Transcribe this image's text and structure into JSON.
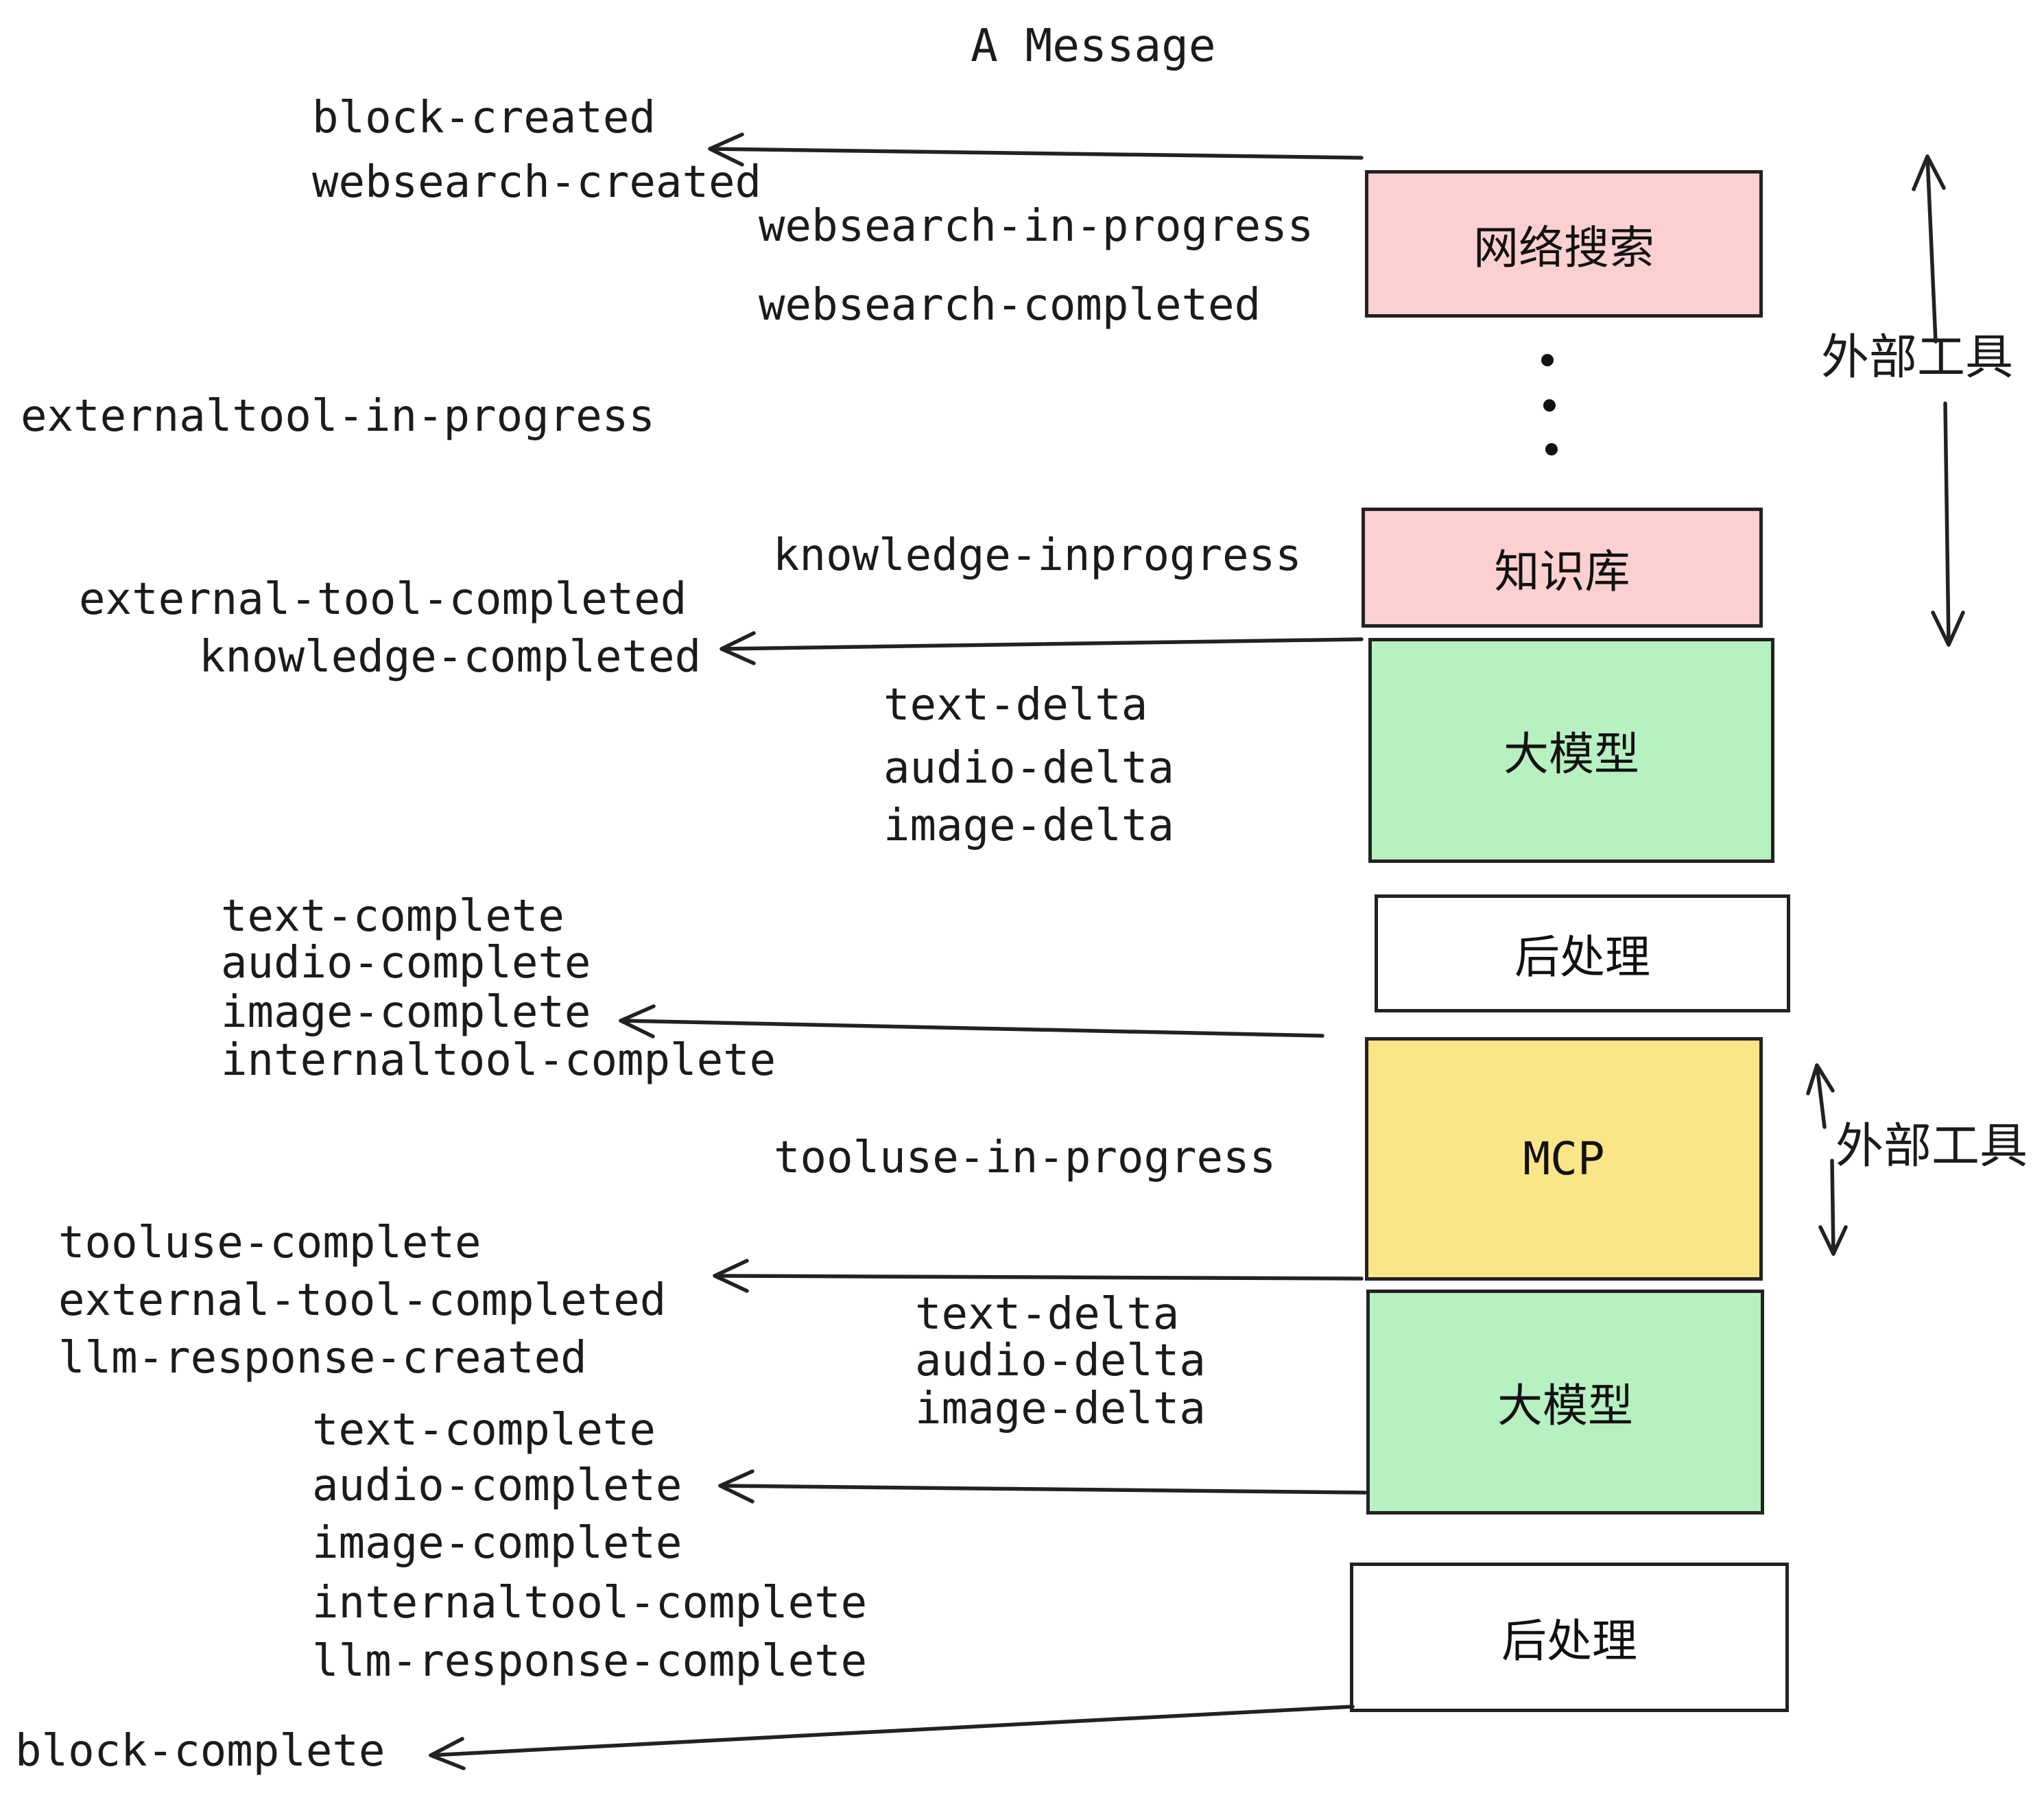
{
  "title": "A Message",
  "colors": {
    "box_pink": "#fcd0d0",
    "box_green": "#b7f0c1",
    "box_yellow": "#fae588",
    "box_white": "#ffffff",
    "ink": "#1b1b1b"
  },
  "boxes": {
    "websearch": {
      "label": "网络搜索"
    },
    "knowledge": {
      "label": "知识库"
    },
    "llm1": {
      "label": "大模型"
    },
    "post1": {
      "label": "后处理"
    },
    "mcp": {
      "label": "MCP"
    },
    "llm2": {
      "label": "大模型"
    },
    "post2": {
      "label": "后处理"
    }
  },
  "side_labels": {
    "external_tools_top": "外部工具",
    "external_tools_mid": "外部工具"
  },
  "events": {
    "block_created": "block-created",
    "websearch_created": "websearch-created",
    "websearch_in_progress": "websearch-in-progress",
    "websearch_completed": "websearch-completed",
    "externaltool_in_progress": "externaltool-in-progress",
    "knowledge_inprogress": "knowledge-inprogress",
    "external_tool_completed": "external-tool-completed",
    "knowledge_completed": "knowledge-completed",
    "delta_list1": [
      "text-delta",
      "audio-delta",
      "image-delta"
    ],
    "complete_list1": [
      "text-complete",
      "audio-complete",
      "image-complete",
      "internaltool-complete"
    ],
    "tooluse_in_progress": "tooluse-in-progress",
    "tooluse_complete": "tooluse-complete",
    "external_tool_completed2": "external-tool-completed",
    "llm_response_created": "llm-response-created",
    "delta_list2": [
      "text-delta",
      "audio-delta",
      "image-delta"
    ],
    "complete_list2": [
      "text-complete",
      "audio-complete",
      "image-complete",
      "internaltool-complete",
      "llm-response-complete"
    ],
    "block_complete": "block-complete"
  }
}
